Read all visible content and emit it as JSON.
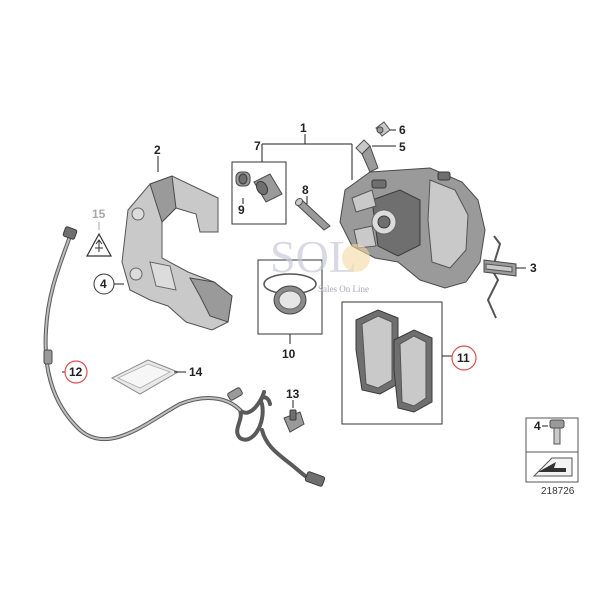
{
  "callouts": {
    "c1": "1",
    "c2": "2",
    "c3": "3",
    "c4": "4",
    "c5": "5",
    "c6": "6",
    "c7": "7",
    "c8": "8",
    "c9": "9",
    "c10": "10",
    "c11": "11",
    "c12": "12",
    "c13": "13",
    "c14": "14",
    "c15": "15"
  },
  "legend": {
    "item_number": "4",
    "reference_number": "218726"
  },
  "watermark": {
    "logo": "SOL",
    "tagline": "Sales On Line"
  },
  "colors": {
    "highlight_circle": "#d9534f",
    "parts_grey": "#8c8c8c"
  }
}
